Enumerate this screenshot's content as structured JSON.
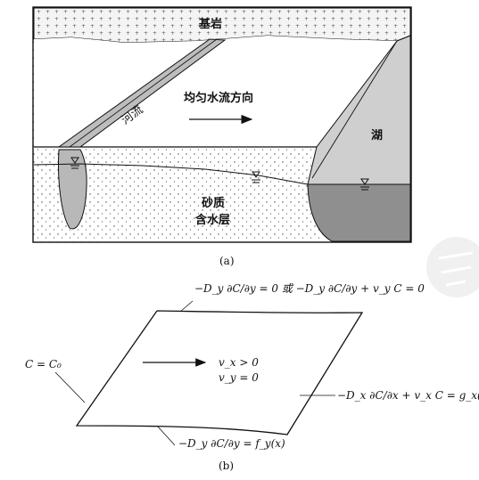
{
  "figure_a": {
    "bedrock_label": "基岩",
    "river_label": "河流",
    "flow_label": "均匀水流方向",
    "lake_label": "湖",
    "aquifer_label_line1": "砂质",
    "aquifer_label_line2": "含水层",
    "caption": "(a)"
  },
  "figure_b": {
    "top_boundary": "−D_y ∂C/∂y = 0 或 −D_y ∂C/∂y + v_y C = 0",
    "left_boundary": "C = C₀",
    "velocity_x": "v_x > 0",
    "velocity_y": "v_y = 0",
    "right_boundary": "−D_x ∂C/∂x + v_x C = g_x(y)",
    "bottom_boundary": "−D_y ∂C/∂y = f_y(x)",
    "caption": "(b)"
  },
  "colors": {
    "ink": "#111111",
    "water_gray": "#bdbdbd",
    "lake_dark": "#8f8f8f",
    "page": "#ffffff"
  }
}
